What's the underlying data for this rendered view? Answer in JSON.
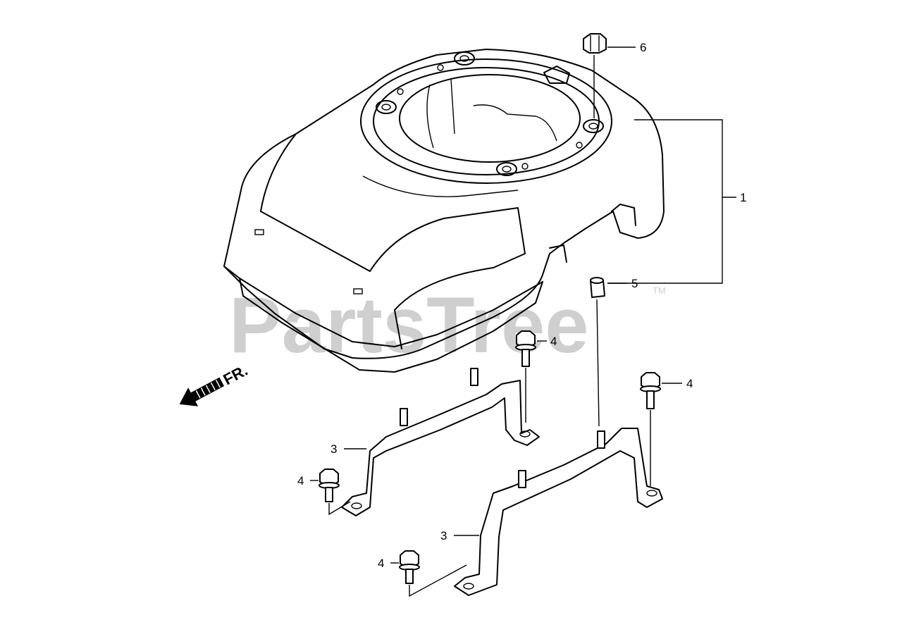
{
  "watermark": {
    "text": "PartsTree",
    "trademark": "TM"
  },
  "direction": {
    "text": "FR."
  },
  "callouts": {
    "c1": "1",
    "c3a": "3",
    "c3b": "3",
    "c4a": "4",
    "c4b": "4",
    "c4c": "4",
    "c4d": "4",
    "c5": "5",
    "c6": "6"
  }
}
